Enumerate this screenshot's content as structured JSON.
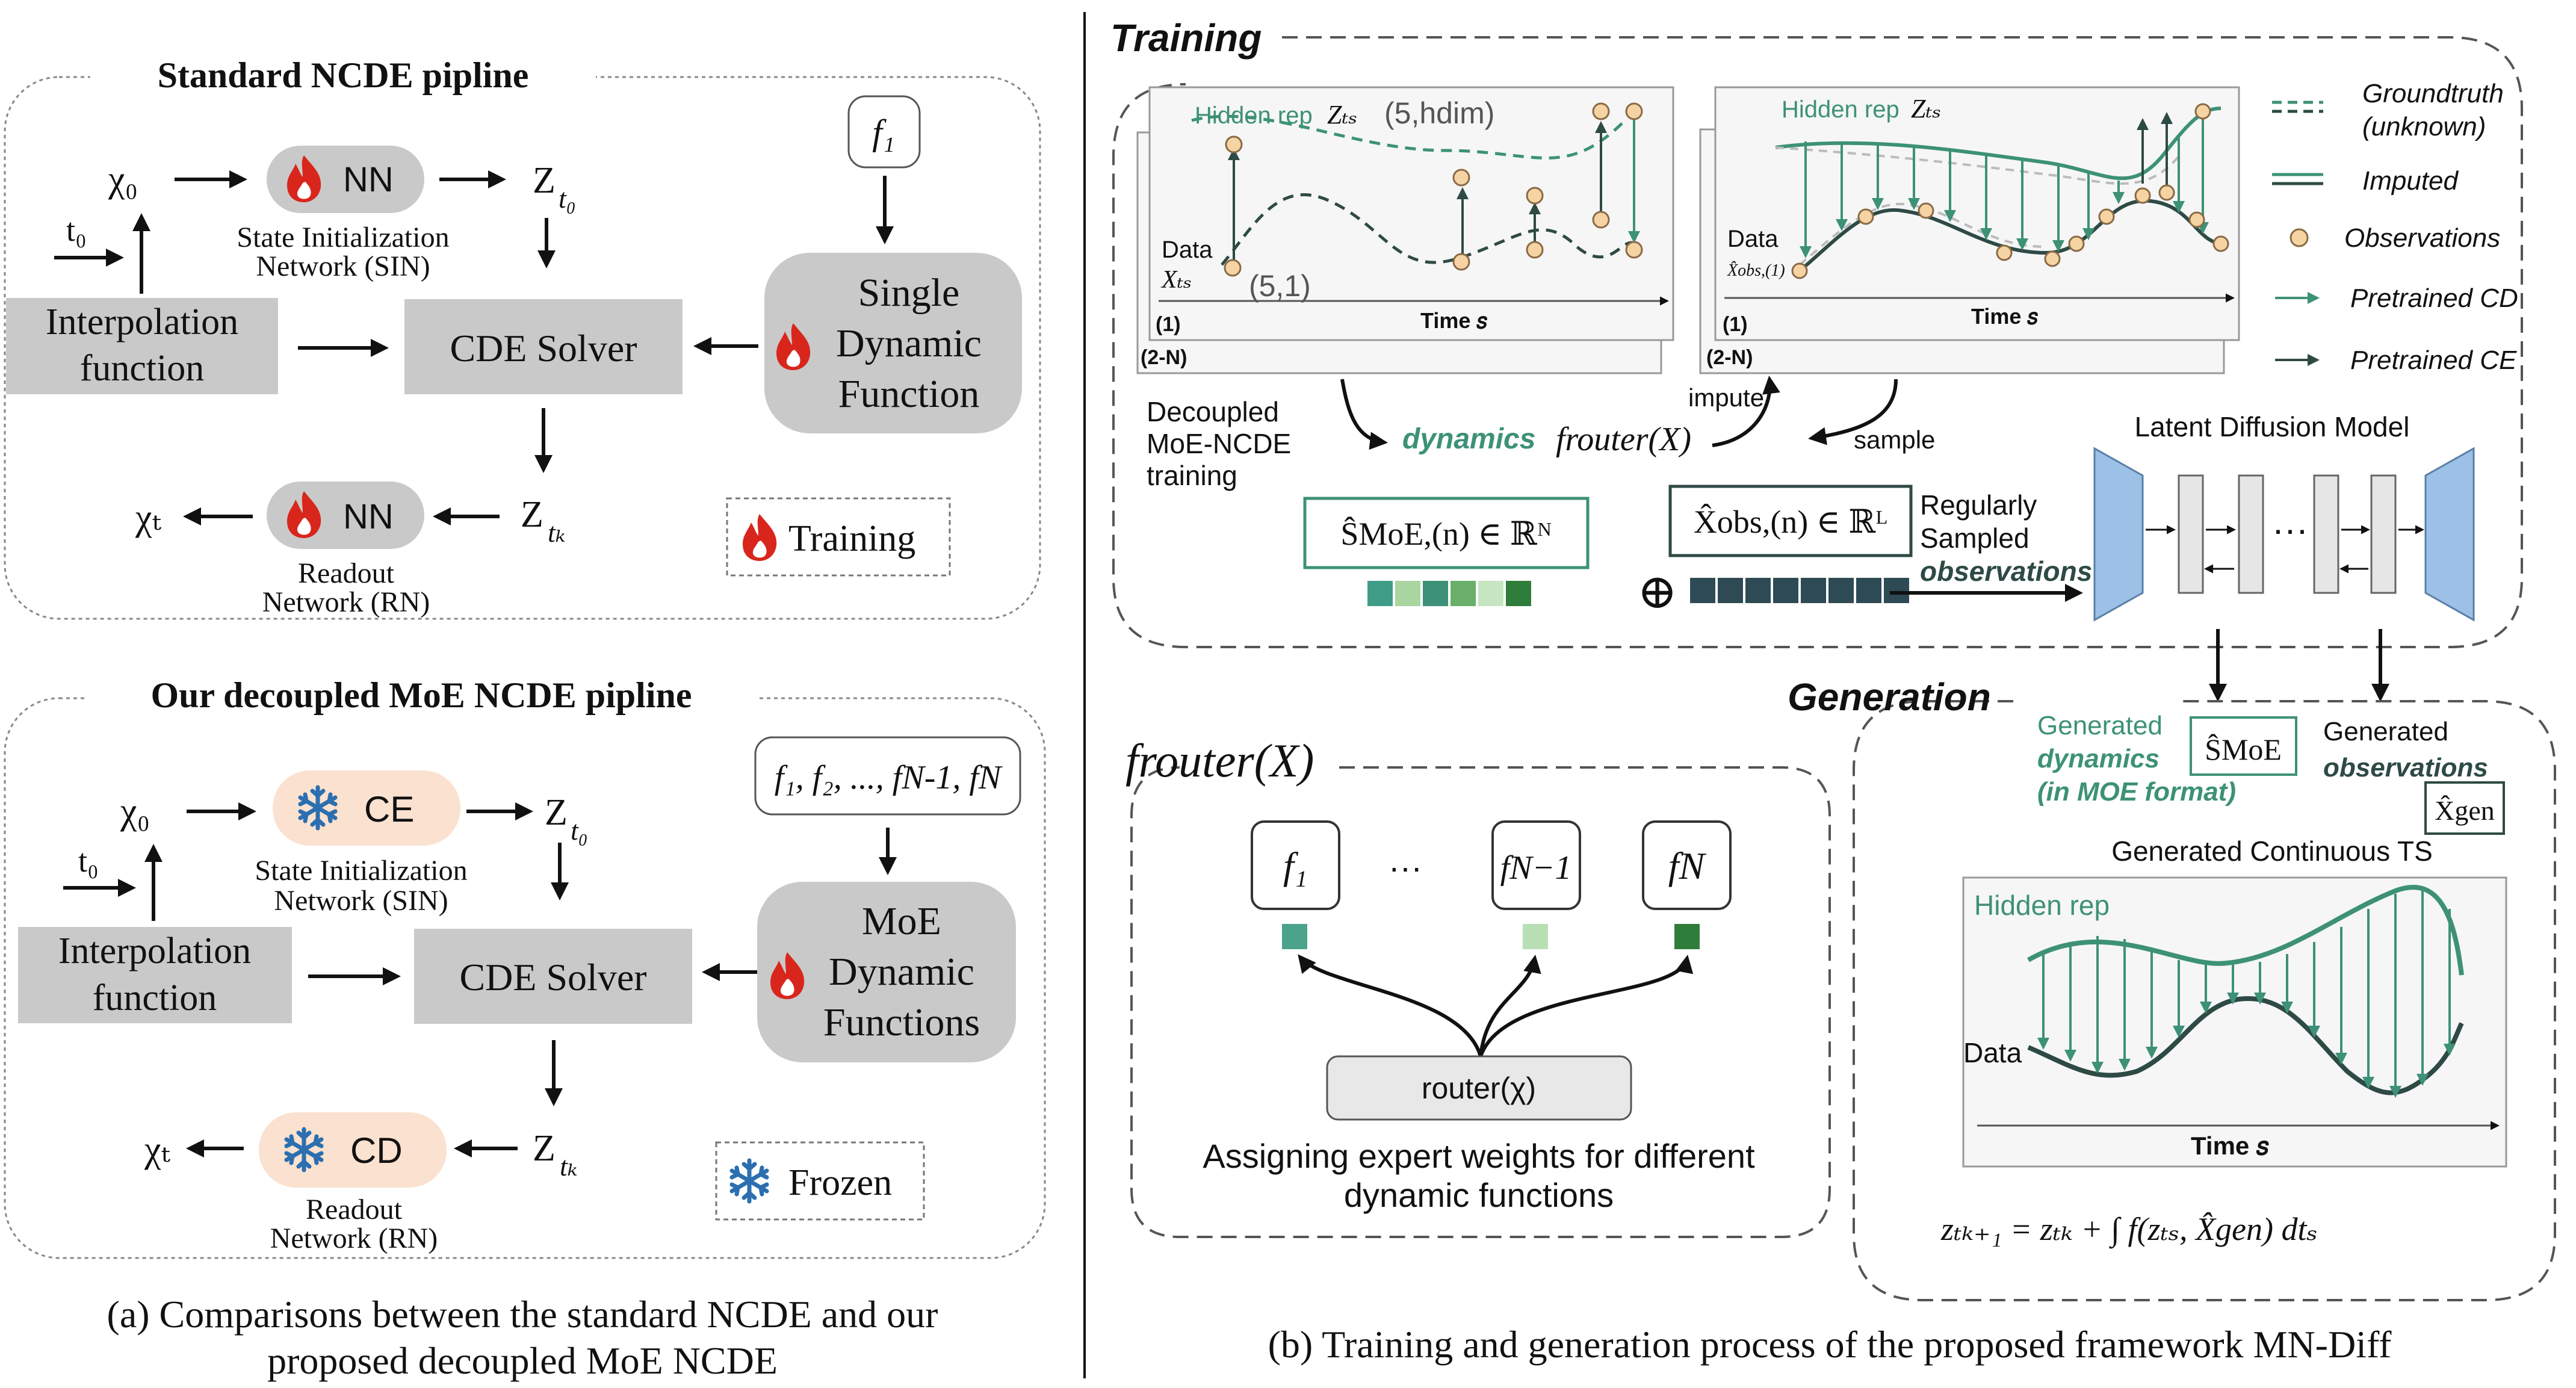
{
  "panel_a": {
    "standard_title": "Standard NCDE pipline",
    "chi0": "χ₀",
    "t0": "t₀",
    "nn_label": "NN",
    "sin_label_1": "State Initialization",
    "sin_label_2": "Network (SIN)",
    "z_t0": "Z",
    "z_t0_sub": "t₀",
    "interp_1": "Interpolation",
    "interp_2": "function",
    "cde_solver": "CDE Solver",
    "single_1": "Single",
    "single_2": "Dynamic",
    "single_3": "Function",
    "f1_label": "f₁",
    "z_tk": "Z",
    "z_tk_sub": "tₖ",
    "chi_t": "χₜ",
    "rn_label_1": "Readout",
    "rn_label_2": "Network (RN)",
    "training_legend": "Training",
    "moe_title": "Our decoupled MoE NCDE pipline",
    "ce_label": "CE",
    "cd_label": "CD",
    "moe_fn_list": "f₁, f₂, ..., fN-1, fN",
    "moe_1": "MoE",
    "moe_2": "Dynamic",
    "moe_3": "Functions",
    "frozen_legend": "Frozen",
    "caption_1": "(a)  Comparisons between the standard NCDE and our",
    "caption_2": "proposed decoupled MoE NCDE"
  },
  "panel_b": {
    "training_title": "Training",
    "hidden_rep_left": "Hidden rep",
    "z_ts": "Zₜₛ",
    "hidden_shape": "(5,hdim)",
    "data_left": "Data",
    "x_ts": "Xₜₛ",
    "data_shape": "(5,1)",
    "time_s": "Time 𝑠",
    "stack_1": "(1)",
    "stack_2n": "(2-N)",
    "hidden_rep_right": "Hidden rep",
    "data_right": "Data",
    "x_obs": "X̂obs,(1)",
    "legend_groundtruth_1": "Groundtruth",
    "legend_groundtruth_2": "(unknown)",
    "legend_imputed": "Imputed",
    "legend_observations": "Observations",
    "legend_cd": "Pretrained CD",
    "legend_ce": "Pretrained CE",
    "decoupled_1": "Decoupled",
    "decoupled_2": "MoE-NCDE",
    "decoupled_3": "training",
    "dynamics_word": "dynamics",
    "f_router_x": "frouter(X)",
    "impute": "impute",
    "sample": "sample",
    "s_moe_formula": "ŜMoE,(n) ∈ ℝᴺ",
    "x_obs_formula": "X̂obs,(n) ∈ ℝᴸ",
    "regularly_1": "Regularly",
    "regularly_2": "Sampled",
    "regularly_3": "observations",
    "oplus": "⊕",
    "ldm_title": "Latent Diffusion Model",
    "ldm_dots": "···",
    "router_title": "frouter(X)",
    "f1": "f₁",
    "f_dots": "···",
    "fn1": "fN−1",
    "fn": "fN",
    "router_node": "router(χ)",
    "assign_1": "Assigning expert weights for different",
    "assign_2": "dynamic functions",
    "generation_title": "Generation",
    "gen_dyn_1": "Generated",
    "gen_dyn_2": "dynamics",
    "gen_dyn_3": "(in MOE format)",
    "s_moe_box": "ŜMoE",
    "gen_obs_1": "Generated",
    "gen_obs_2": "observations",
    "x_gen_box": "X̂gen",
    "gen_ts_title": "Generated Continuous TS",
    "gen_hidden_rep": "Hidden rep",
    "gen_data": "Data",
    "gen_time": "Time 𝑠",
    "equation": "zₜₖ₊₁ = zₜₖ + ∫ f(zₜₛ, X̂gen) dtₛ",
    "caption": "(b)  Training and generation process of the proposed framework MN-Diff"
  },
  "colors": {
    "teal": "#3d9177",
    "dark_teal": "#2e4a45",
    "grey_box": "#c9c9c9",
    "ce_fill": "#fbe1cf",
    "flame": "#d9261c",
    "snow": "#2c6fb0",
    "unet_blue": "#9cc0e6",
    "obs_fill": "#f5d3a3"
  },
  "icons": [
    "fire-icon",
    "snowflake-icon"
  ]
}
